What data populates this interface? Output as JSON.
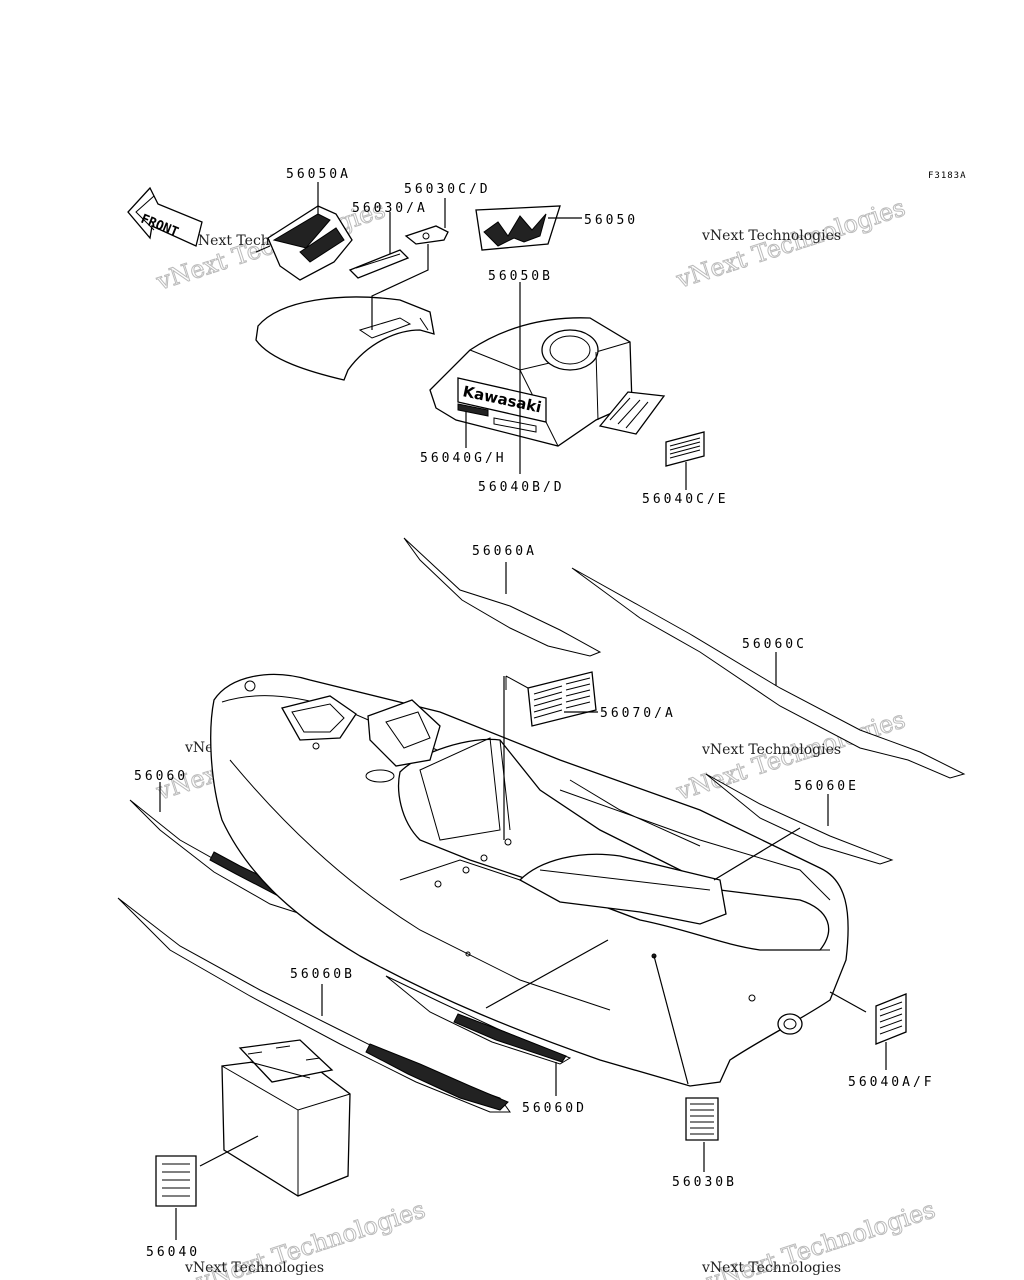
{
  "figure_code": "F3183A",
  "labels": {
    "l56050A": "56050A",
    "l56030CD": "56030C/D",
    "l56030A": "56030/A",
    "l56050": "56050",
    "l56050B": "56050B",
    "l56040GH": "56040G/H",
    "l56040BD": "56040B/D",
    "l56040CE": "56040C/E",
    "l56060A": "56060A",
    "l56060C": "56060C",
    "l56070A": "56070/A",
    "l56060": "56060",
    "l56060E": "56060E",
    "l56060B": "56060B",
    "l56060D": "56060D",
    "l56040AF": "56040A/F",
    "l56030B": "56030B",
    "l56040": "56040"
  },
  "decal_text": {
    "front": "FRONT",
    "brand": "Kawasaki"
  },
  "watermark": {
    "line1": "vNext Technologies",
    "line2": "vNext Technologies"
  }
}
